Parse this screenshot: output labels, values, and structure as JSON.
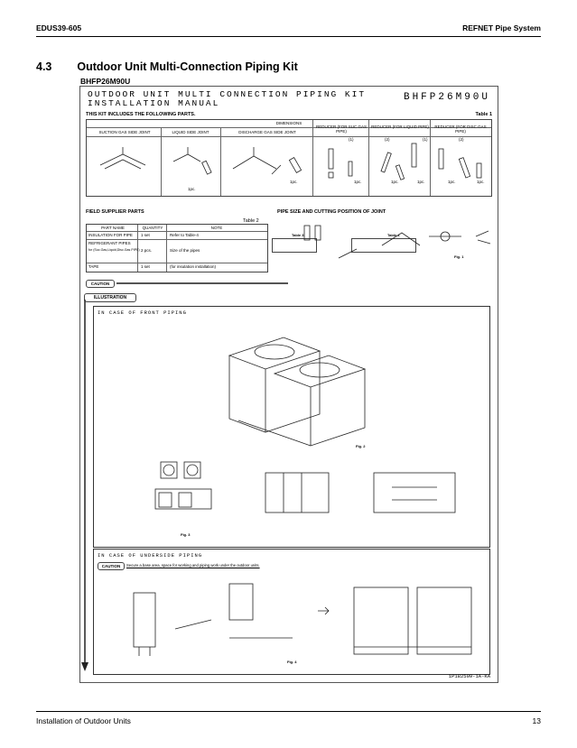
{
  "header": {
    "doc_id": "EDUS39-605",
    "doc_section": "REFNET Pipe System"
  },
  "section": {
    "number": "4.3",
    "title": "Outdoor Unit Multi-Connection Piping Kit"
  },
  "model_label": "BHFP26M90U",
  "manual": {
    "title_line1": "OUTDOOR UNIT MULTI CONNECTION PIPING KIT",
    "title_line2": "INSTALLATION MANUAL",
    "model": "BHFP26M90U",
    "kit_includes": "THIS KIT INCLUDES THE FOLLOWING PARTS.",
    "table1_label": "Table 1",
    "dimensions_label": "DIMENSIONS",
    "kit_cols": [
      "SUCTION GAS SIDE JOINT",
      "LIQUID SIDE JOINT",
      "DISCHARGE GAS SIDE JOINT",
      "REDUCER (FOR SUC.GAS PIPE)",
      "REDUCER (FOR LIQUID PIPE)",
      "REDUCER (FOR DISC.GAS PIPE)"
    ],
    "qty_1pc": "1pc.",
    "sub_1": "(1)",
    "sub_2": "(2)",
    "field_supplied": "FIELD SUPPLIER PARTS",
    "table2_label": "Table 2",
    "field_table_head": [
      "PART NAME",
      "QUANTITY",
      "NOTE"
    ],
    "field_rows": [
      [
        "INSULATION FOR PIPE",
        "1 set",
        "Refer to Table-4"
      ],
      [
        "REFRIGERANT PIPES",
        "",
        ""
      ],
      [
        "for (Suc.Gas,Liquid,Disc.Gas PIPE)",
        "2 pcs.",
        "Size of the pipes"
      ],
      [
        "TAPE",
        "1 set",
        "(for insulation installation)"
      ]
    ],
    "pipe_size": "PIPE SIZE AND CUTTING POSITION OF JOINT",
    "table3_label": "Table 3",
    "table4_label": "Table 4",
    "fig1": "Fig. 1",
    "caution1_label": "CAUTION",
    "illustration": "ILLUSTRATION",
    "front_piping": "IN CASE OF FRONT PIPING",
    "fig2": "Fig. 2",
    "fig3": "Fig. 3",
    "underside_piping": "IN CASE OF UNDERSIDE PIPING",
    "caution2_label": "CAUTION",
    "caution2_text": "Secure a base area, space for working and piping work under the outdoor units.",
    "fig4": "Fig. 4",
    "drawing_no": "1P182509-1A-KA"
  },
  "footer": {
    "left": "Installation of Outdoor Units",
    "page": "13"
  }
}
